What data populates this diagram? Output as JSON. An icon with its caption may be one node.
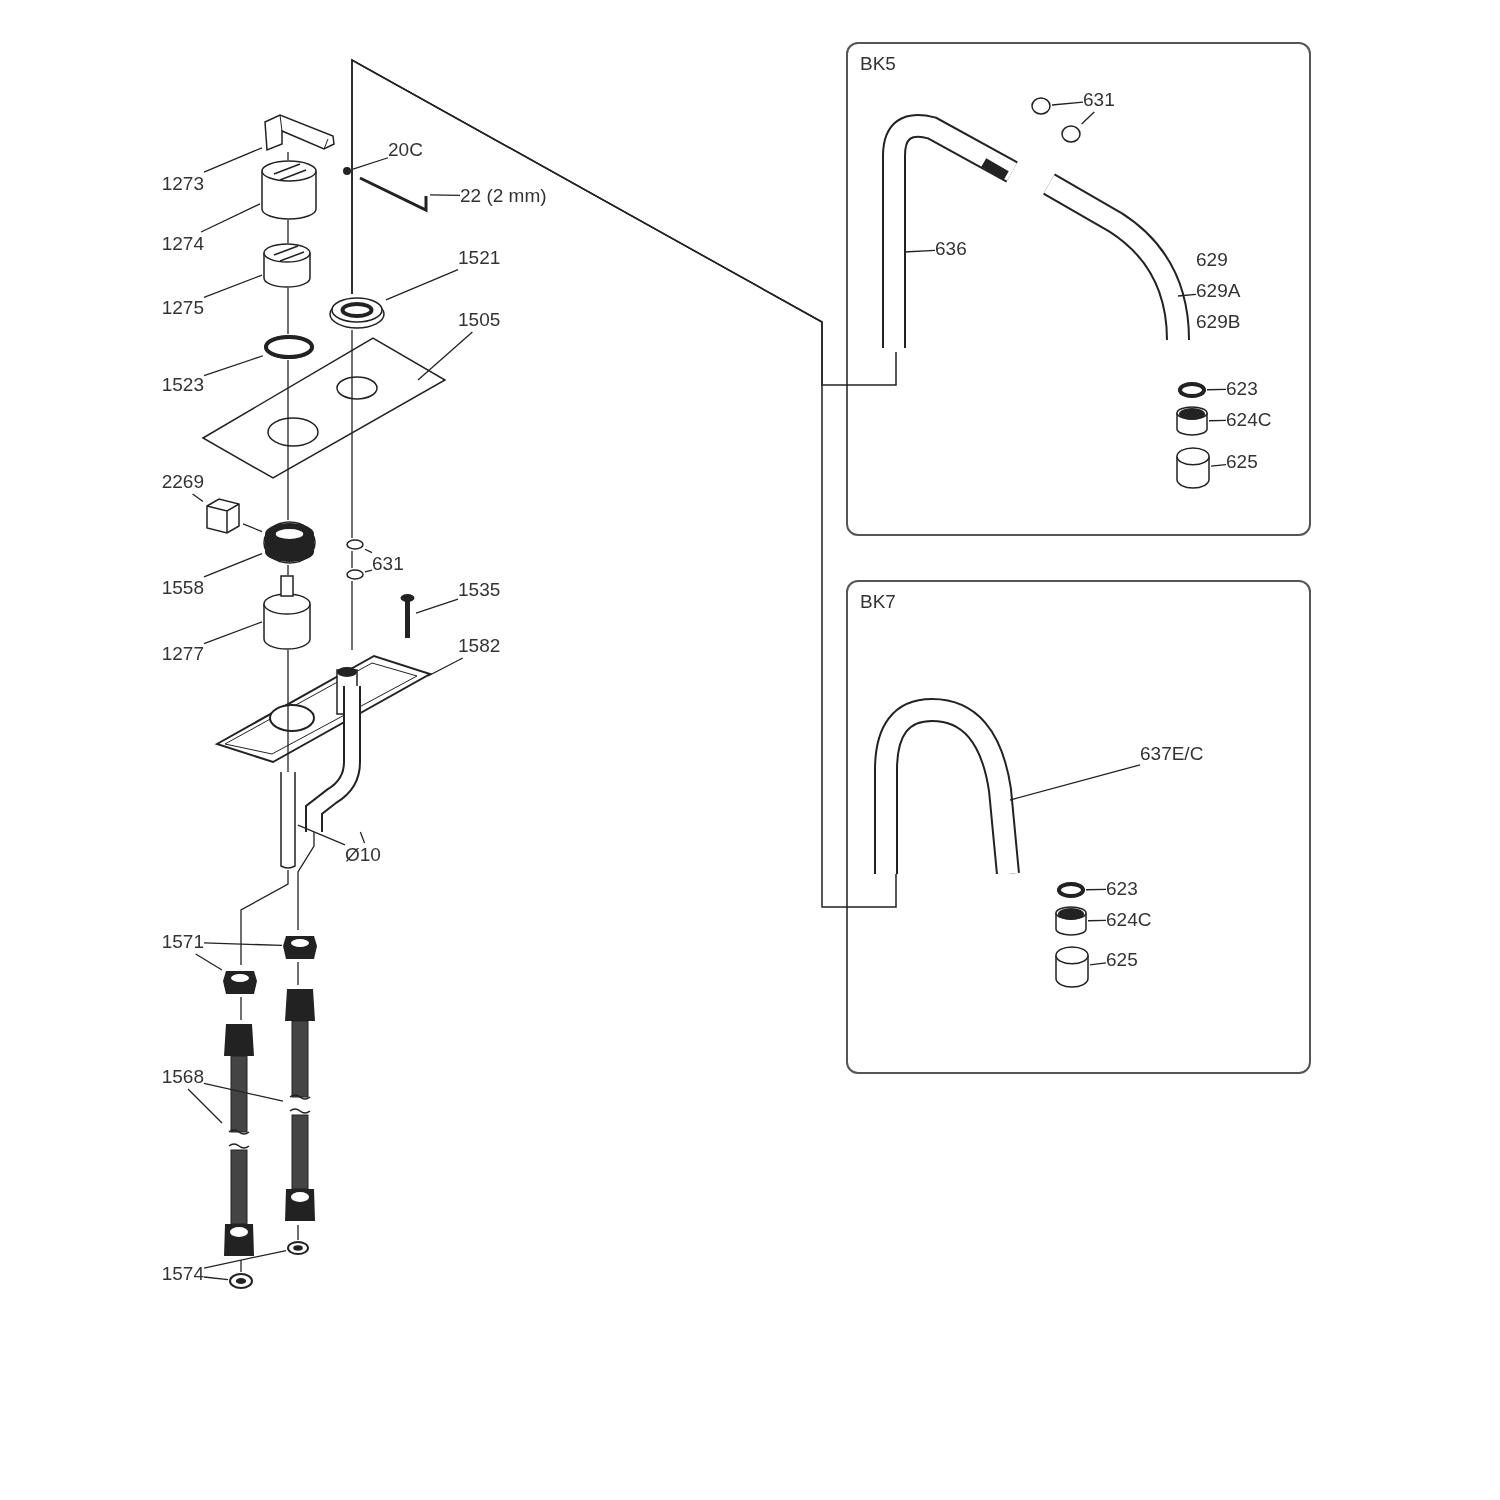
{
  "diagram": {
    "nodes": [
      {
        "text": [
          "1273"
        ]
      },
      {
        "text": [],
        "shape": "picture"
      },
      {
        "text": [
          "20C"
        ]
      },
      {
        "text": [],
        "shape": "circle"
      },
      {
        "text": [
          "22 (2 mm)"
        ]
      },
      {
        "text": [],
        "shape": "picture"
      },
      {
        "text": [
          "1274"
        ]
      },
      {
        "text": [],
        "shape": "cylinder"
      },
      {
        "text": [
          "1275"
        ]
      },
      {
        "text": [],
        "shape": "cylinder"
      },
      {
        "text": [
          "1521"
        ]
      },
      {
        "text": [],
        "shape": "ring"
      },
      {
        "text": [
          "1505"
        ]
      },
      {
        "text": [],
        "shape": "picture"
      },
      {
        "text": [
          "1523"
        ]
      },
      {
        "text": [],
        "shape": "ring"
      },
      {
        "text": [
          "2269"
        ]
      },
      {
        "text": [],
        "shape": "picture"
      },
      {
        "text": [
          "1558"
        ]
      },
      {
        "text": [],
        "shape": "ring"
      },
      {
        "text": [
          "631"
        ]
      },
      {
        "text": [],
        "shape": "ring"
      },
      {
        "text": [],
        "shape": "ring"
      },
      {
        "text": [
          "1535"
        ]
      },
      {
        "text": [],
        "shape": "picture"
      },
      {
        "text": [
          "1277"
        ]
      },
      {
        "text": [],
        "shape": "cylinder"
      },
      {
        "text": [
          "1582"
        ]
      },
      {
        "text": [],
        "shape": "picture"
      },
      {
        "text": [
          "Ø10"
        ]
      },
      {
        "text": [],
        "shape": "cylinder"
      },
      {
        "text": [],
        "shape": "picture"
      },
      {
        "text": [
          "1571"
        ]
      },
      {
        "text": [],
        "shape": "picture"
      },
      {
        "text": [],
        "shape": "picture"
      },
      {
        "text": [
          "1568"
        ]
      },
      {
        "text": [],
        "shape": "picture"
      },
      {
        "text": [],
        "shape": "picture"
      },
      {
        "text": [
          "1574"
        ]
      },
      {
        "text": [],
        "shape": "ring"
      },
      {
        "text": [],
        "shape": "ring"
      },
      {
        "text": [
          "BK5"
        ]
      },
      {
        "text": [
          "631"
        ],
        "in": 41
      },
      {
        "text": [],
        "shape": "ring",
        "in": 41
      },
      {
        "text": [],
        "shape": "ring",
        "in": 41
      },
      {
        "text": [],
        "shape": "picture",
        "in": 41
      },
      {
        "text": [
          "636"
        ],
        "in": 45
      },
      {
        "text": [
          "629",
          "629A",
          "629B"
        ],
        "in": 41
      },
      {
        "text": [],
        "shape": "picture",
        "in": 41
      },
      {
        "text": [
          "623"
        ],
        "in": 41
      },
      {
        "text": [],
        "shape": "ring",
        "in": 41
      },
      {
        "text": [
          "624C"
        ],
        "in": 41
      },
      {
        "text": [],
        "shape": "cylinder",
        "in": 41
      },
      {
        "text": [
          "625"
        ],
        "in": 41
      },
      {
        "text": [],
        "shape": "cylinder",
        "in": 41
      },
      {
        "text": [
          "BK7"
        ]
      },
      {
        "text": [
          "637E/C"
        ],
        "in": 55
      },
      {
        "text": [],
        "shape": "picture",
        "in": 55
      },
      {
        "text": [
          "623"
        ],
        "in": 55
      },
      {
        "text": [],
        "shape": "ring",
        "in": 55
      },
      {
        "text": [
          "624C"
        ],
        "in": 55
      },
      {
        "text": [],
        "shape": "cylinder",
        "in": 55
      },
      {
        "text": [
          "625"
        ],
        "in": 55
      },
      {
        "text": [],
        "shape": "cylinder",
        "in": 55
      }
    ],
    "edges": [
      {
        "from": 0,
        "to": 1,
        "arrow": "none"
      },
      {
        "from": 2,
        "to": 3,
        "arrow": "none"
      },
      {
        "from": 4,
        "to": 5,
        "arrow": "none"
      },
      {
        "from": 6,
        "to": 7,
        "arrow": "none"
      },
      {
        "from": 8,
        "to": 9,
        "arrow": "none"
      },
      {
        "from": 10,
        "to": 11,
        "arrow": "none"
      },
      {
        "from": 12,
        "to": 13,
        "arrow": "none"
      },
      {
        "from": 14,
        "to": 15,
        "arrow": "none"
      },
      {
        "from": 16,
        "to": 17,
        "arrow": "none"
      },
      {
        "from": 18,
        "to": 19,
        "arrow": "none"
      },
      {
        "from": 20,
        "to": 21,
        "arrow": "none"
      },
      {
        "from": 20,
        "to": 22,
        "arrow": "none"
      },
      {
        "from": 23,
        "to": 24,
        "arrow": "none"
      },
      {
        "from": 25,
        "to": 26,
        "arrow": "none"
      },
      {
        "from": 27,
        "to": 28,
        "arrow": "none"
      },
      {
        "from": 29,
        "to": 30,
        "arrow": "none"
      },
      {
        "from": 29,
        "to": 31,
        "arrow": "none"
      },
      {
        "from": 32,
        "to": 33,
        "arrow": "none"
      },
      {
        "from": 32,
        "to": 34,
        "arrow": "none"
      },
      {
        "from": 35,
        "to": 36,
        "arrow": "none"
      },
      {
        "from": 35,
        "to": 37,
        "arrow": "none"
      },
      {
        "from": 38,
        "to": 39,
        "arrow": "none"
      },
      {
        "from": 38,
        "to": 40,
        "arrow": "none"
      },
      {
        "from": 42,
        "to": 43,
        "arrow": "none"
      },
      {
        "from": 42,
        "to": 44,
        "arrow": "none"
      },
      {
        "from": 46,
        "to": 45,
        "arrow": "none"
      },
      {
        "from": 47,
        "to": 48,
        "arrow": "none"
      },
      {
        "from": 49,
        "to": 50,
        "arrow": "none"
      },
      {
        "from": 51,
        "to": 52,
        "arrow": "none"
      },
      {
        "from": 53,
        "to": 54,
        "arrow": "none"
      },
      {
        "from": 56,
        "to": 57,
        "arrow": "none"
      },
      {
        "from": 58,
        "to": 59,
        "arrow": "none"
      },
      {
        "from": 60,
        "to": 61,
        "arrow": "none"
      },
      {
        "from": 62,
        "to": 63,
        "arrow": "none"
      },
      {
        "from": 11,
        "to": 45,
        "arrow": "none"
      },
      {
        "from": 11,
        "to": 57,
        "arrow": "none"
      },
      {
        "from": 1,
        "to": 7,
        "arrow": "none"
      },
      {
        "from": 7,
        "to": 9,
        "arrow": "none"
      },
      {
        "from": 9,
        "to": 15,
        "arrow": "none"
      },
      {
        "from": 15,
        "to": 13,
        "arrow": "none"
      },
      {
        "from": 13,
        "to": 19,
        "arrow": "none"
      },
      {
        "from": 19,
        "to": 26,
        "arrow": "none"
      },
      {
        "from": 26,
        "to": 28,
        "arrow": "none"
      },
      {
        "from": 28,
        "to": 30,
        "arrow": "none"
      },
      {
        "from": 11,
        "to": 13,
        "arrow": "none"
      },
      {
        "from": 13,
        "to": 21,
        "arrow": "none"
      },
      {
        "from": 21,
        "to": 22,
        "arrow": "none"
      },
      {
        "from": 22,
        "to": 28,
        "arrow": "none"
      },
      {
        "from": 30,
        "to": 33,
        "arrow": "none"
      },
      {
        "from": 33,
        "to": 36,
        "arrow": "none"
      },
      {
        "from": 36,
        "to": 39,
        "arrow": "none"
      },
      {
        "from": 31,
        "to": 34,
        "arrow": "none"
      },
      {
        "from": 34,
        "to": 37,
        "arrow": "none"
      },
      {
        "from": 37,
        "to": 40,
        "arrow": "none"
      },
      {
        "from": 17,
        "to": 19,
        "arrow": "none"
      }
    ]
  }
}
